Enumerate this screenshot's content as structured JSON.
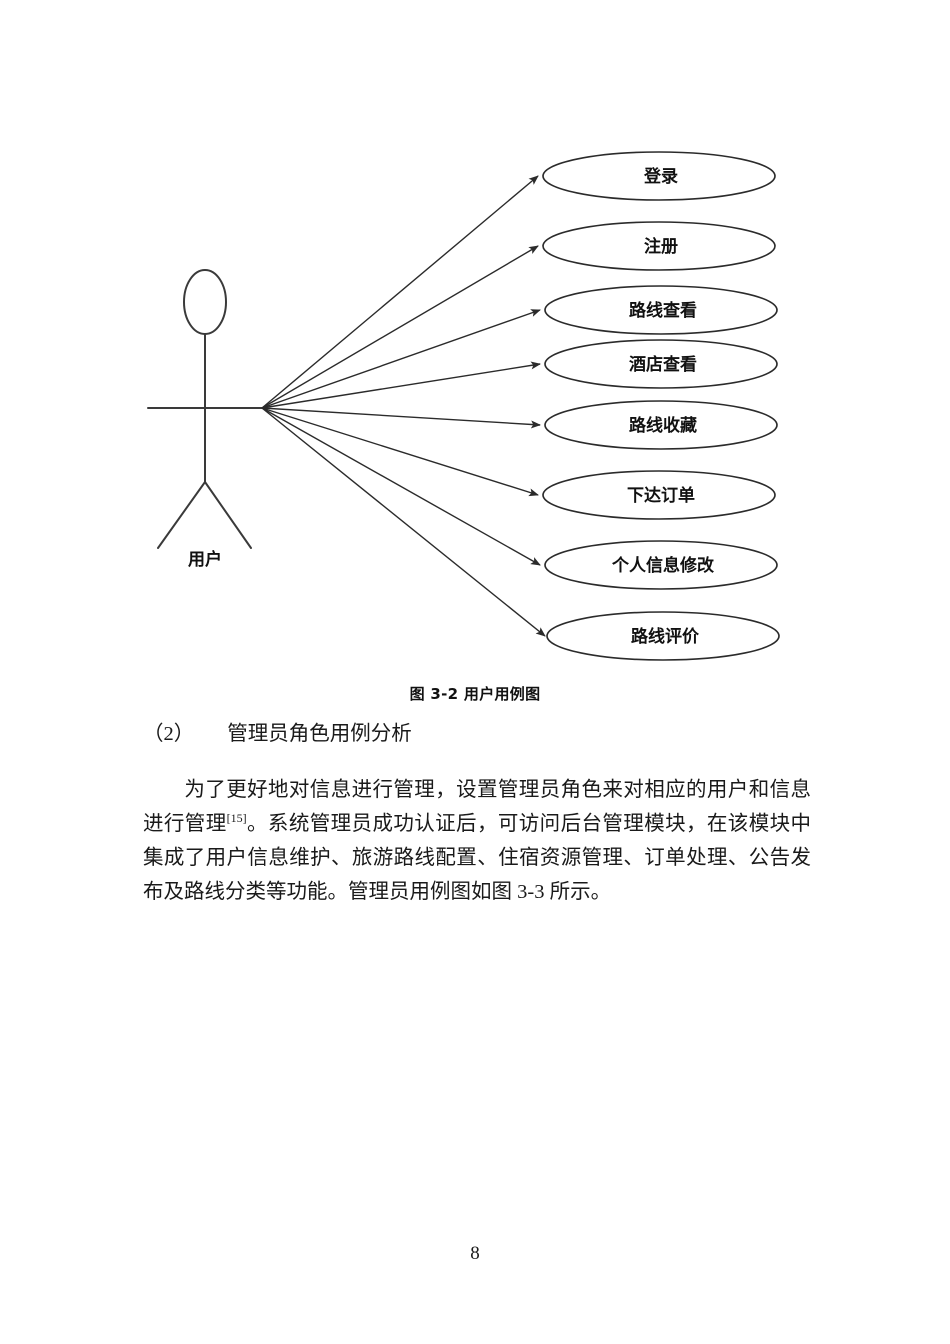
{
  "document": {
    "page_number": "8",
    "figure": {
      "caption": "图 3-2 用户用例图",
      "actor_label": "用户",
      "use_cases": [
        {
          "label": "登录"
        },
        {
          "label": "注册"
        },
        {
          "label": "路线查看"
        },
        {
          "label": "酒店查看"
        },
        {
          "label": "路线收藏"
        },
        {
          "label": "下达订单"
        },
        {
          "label": "个人信息修改"
        },
        {
          "label": "路线评价"
        }
      ]
    },
    "heading": {
      "number": "（2）",
      "text": "管理员角色用例分析"
    },
    "paragraph": {
      "part1": "为了更好地对信息进行管理，设置管理员角色来对相应的用户和信息进行管理",
      "reference": "[15]",
      "part2": "。系统管理员成功认证后，可访问后台管理模块，在该模块中集成了用户信息维护、旅游路线配置、住宿资源管理、订单处理、公告发布及路线分类等功能。管理员用例图如图 3-3 所示。"
    }
  },
  "colors": {
    "text": "#1a1a1a",
    "diagram_stroke": "#2b2b2b",
    "background": "#ffffff"
  }
}
